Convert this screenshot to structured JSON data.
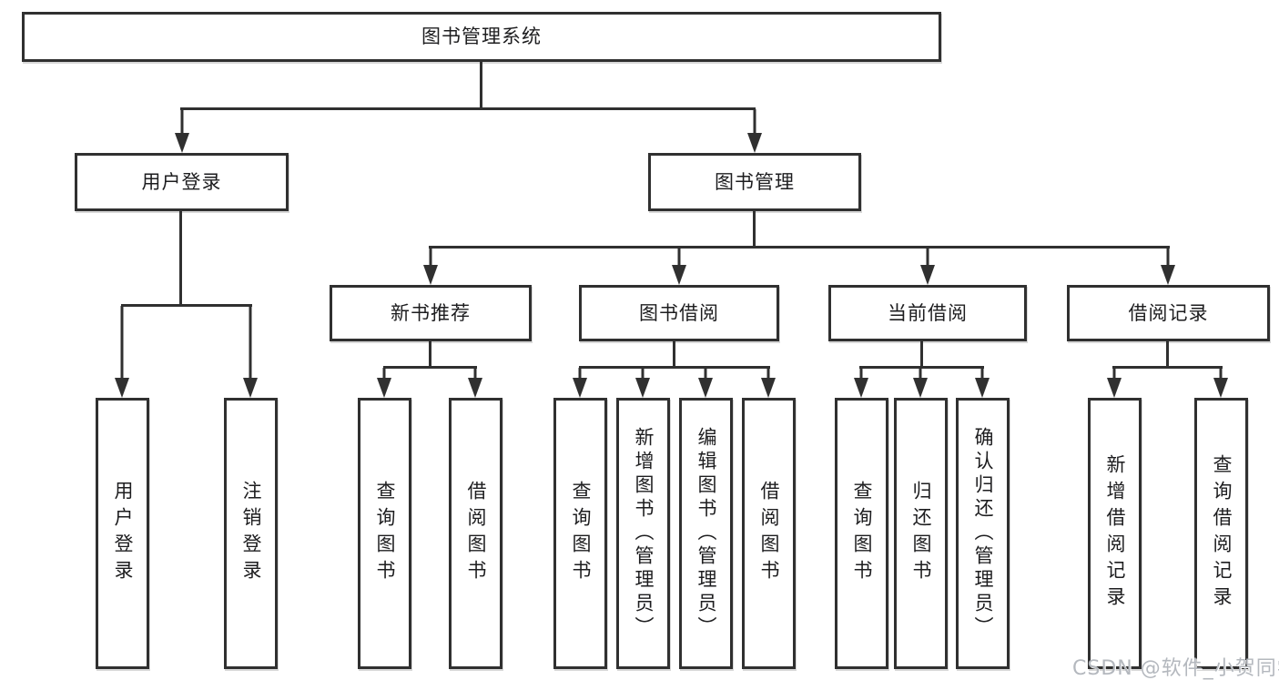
{
  "tree": {
    "root": "图书管理系统",
    "branches": [
      {
        "label": "用户登录",
        "children": [
          "用户登录",
          "注销登录"
        ]
      },
      {
        "label": "图书管理",
        "groups": [
          {
            "label": "新书推荐",
            "children": [
              "查询图书",
              "借阅图书"
            ]
          },
          {
            "label": "图书借阅",
            "children": [
              "查询图书",
              "新增图书（管理员）",
              "编辑图书（管理员）",
              "借阅图书"
            ]
          },
          {
            "label": "当前借阅",
            "children": [
              "查询图书",
              "归还图书",
              "确认归还（管理员）"
            ]
          },
          {
            "label": "借阅记录",
            "children": [
              "新增借阅记录",
              "查询借阅记录"
            ]
          }
        ]
      }
    ]
  },
  "watermark": "CSDN @软件_小贺同学",
  "colors": {
    "line": "#303030",
    "text": "#1d1d1f",
    "watermark": "#b4b8be",
    "background": "#ffffff"
  }
}
